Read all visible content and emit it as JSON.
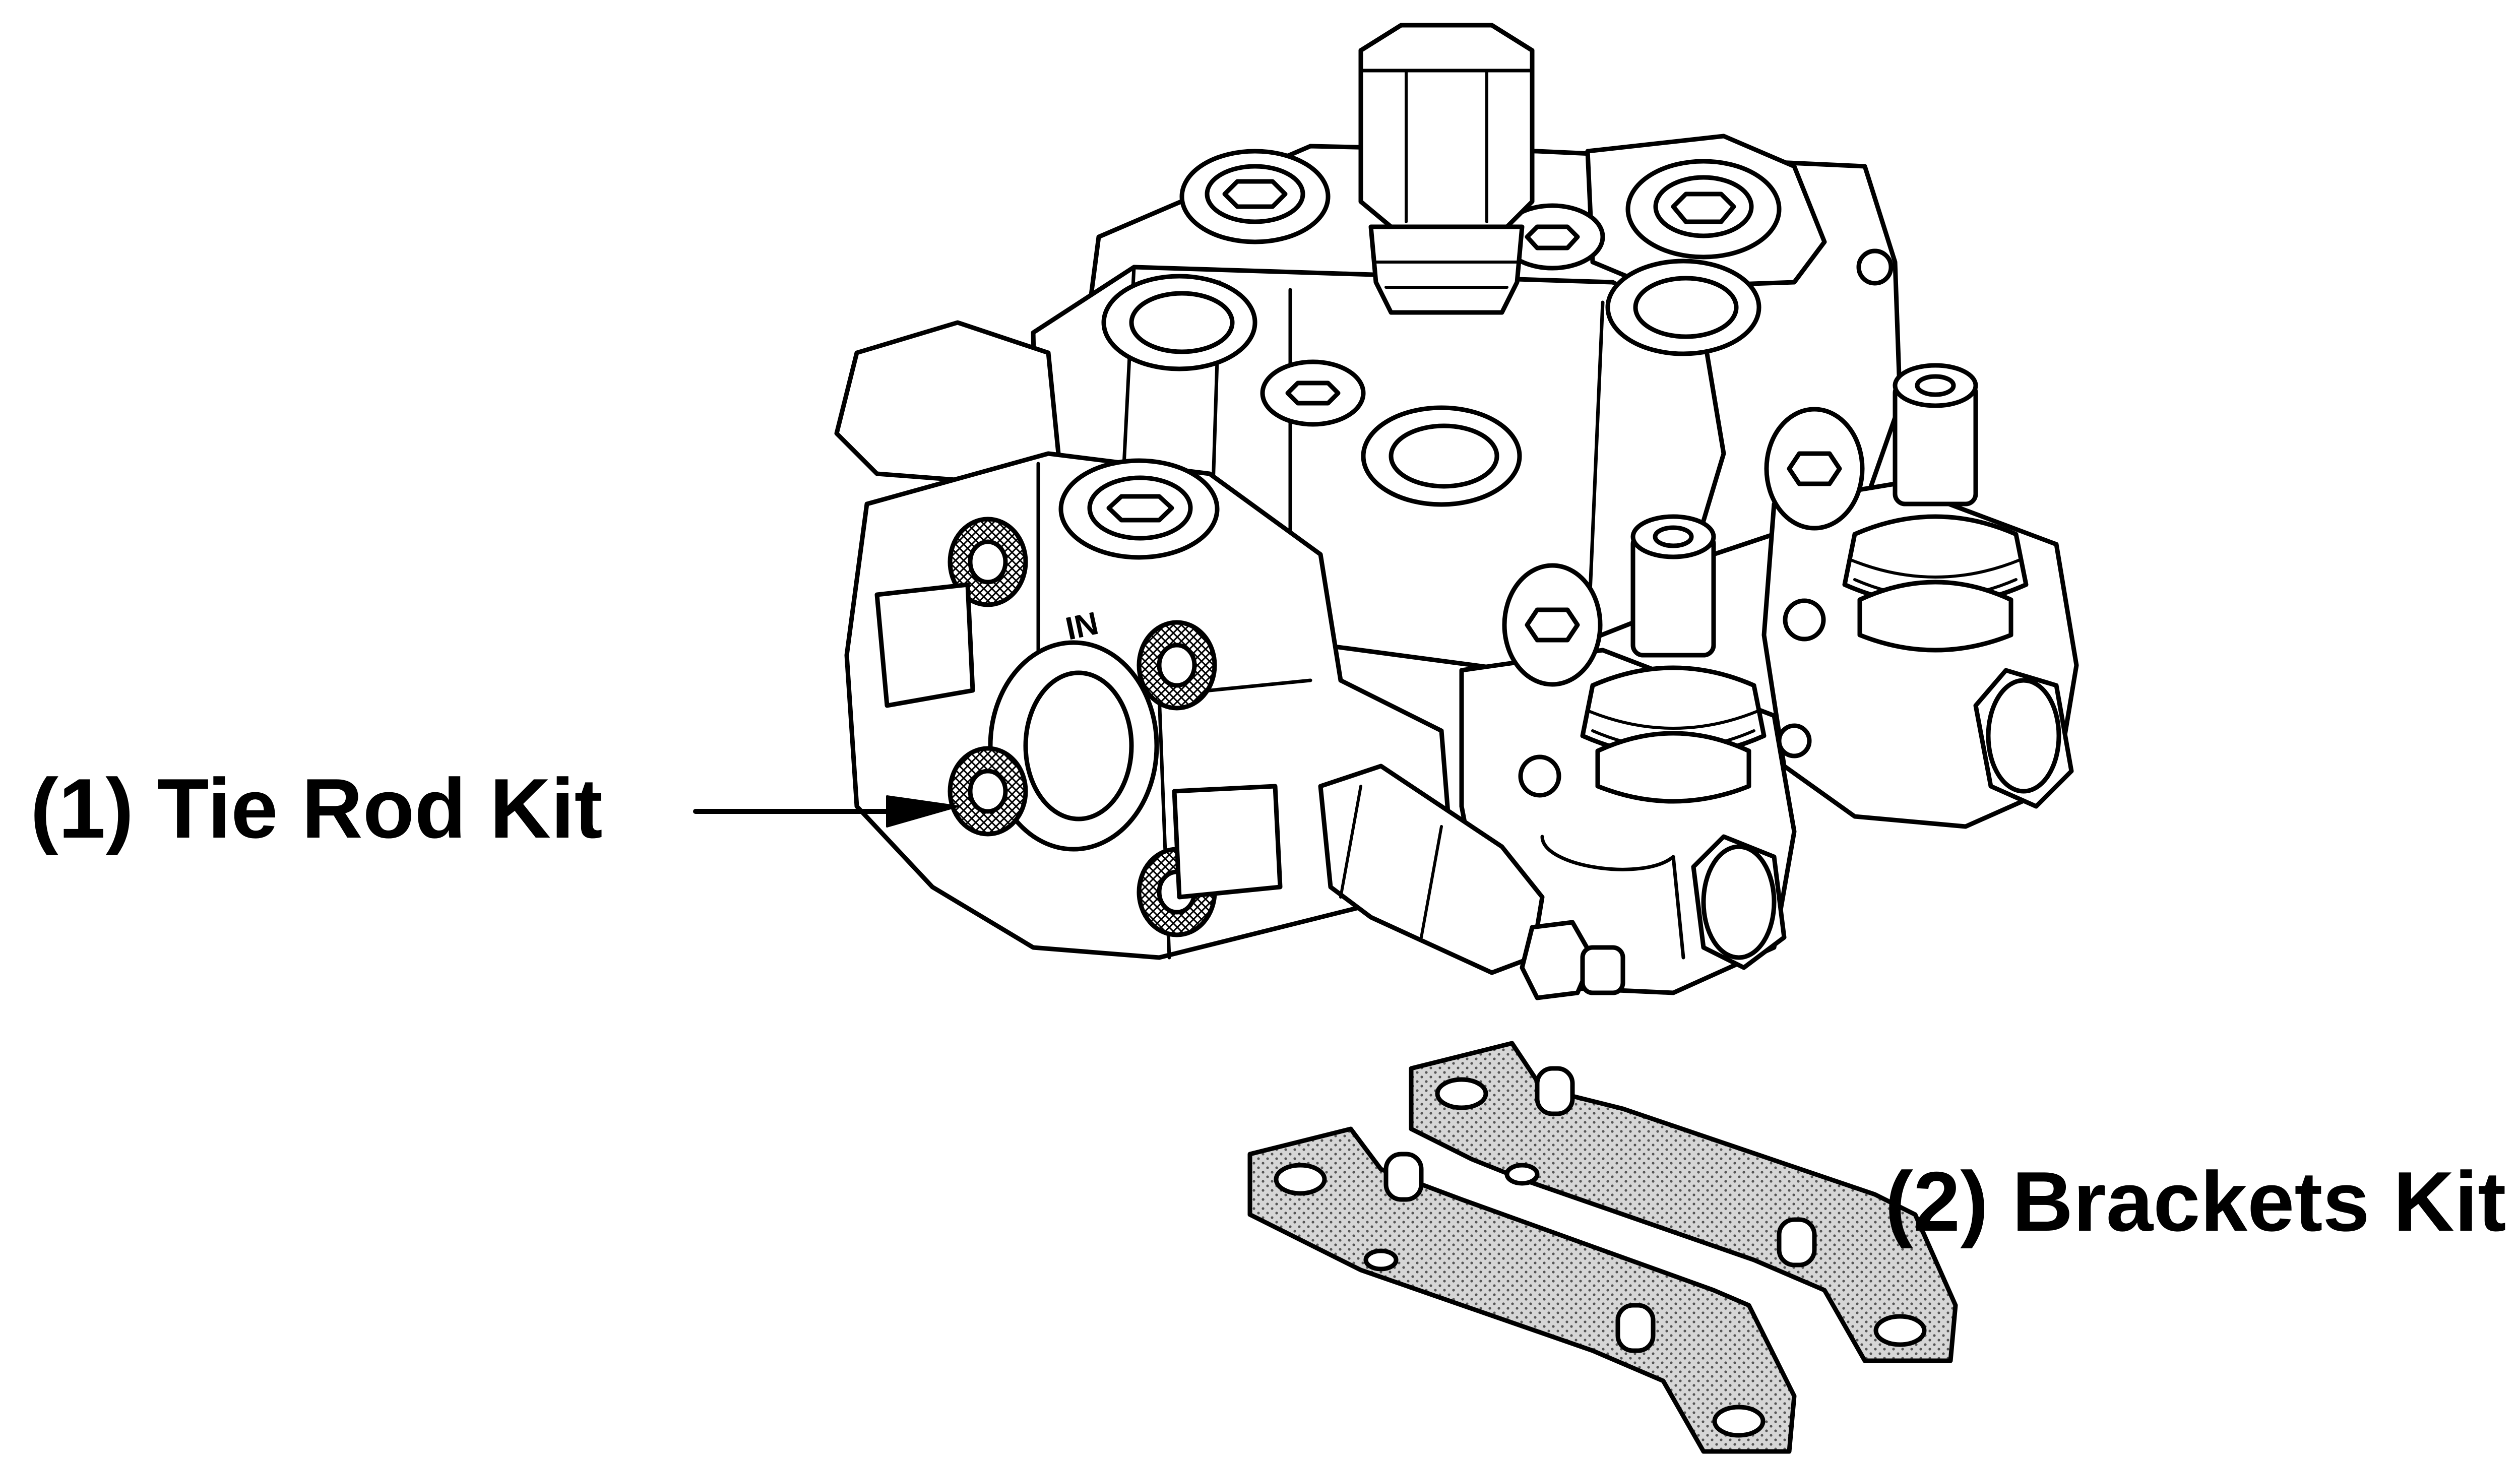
{
  "callouts": {
    "tie_rod_kit": "(1) Tie Rod Kit",
    "brackets_kit": "(2) Brackets Kit"
  },
  "stamp": {
    "inlet_mark": "IN"
  },
  "colors": {
    "ink": "#000000",
    "background": "#ffffff",
    "bracket_fill": "#c9c9c9"
  },
  "icons": [
    "arrow-right-icon"
  ]
}
